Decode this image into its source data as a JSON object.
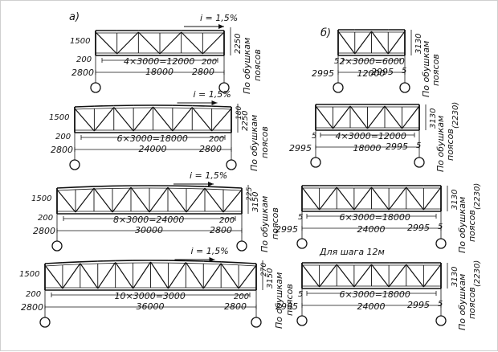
{
  "panel_a": {
    "label": "а)",
    "trusses": [
      {
        "slope": "i = 1,5%",
        "panel_text": "4×3000=12000",
        "span": "18000",
        "left_height": "1500",
        "left_small": "200",
        "left_end": "2800",
        "right_small": "200",
        "right_end": "2800",
        "right_dim": "2250",
        "vertical_note": [
          "По обушкам",
          "поясов"
        ]
      },
      {
        "slope": "i = 1,5%",
        "panel_text": "6×3000=18000",
        "span": "24000",
        "left_height": "1500",
        "left_small": "200",
        "left_end": "2800",
        "right_small": "200",
        "right_end": "2800",
        "right_dim": "2250",
        "right_dim2": "180",
        "vertical_note": [
          "По обушкам",
          "поясов"
        ]
      },
      {
        "slope": "i = 1,5%",
        "panel_text": "8×3000=24000",
        "span": "30000",
        "left_height": "1500",
        "left_small": "200",
        "left_end": "2800",
        "right_small": "200",
        "right_end": "2800",
        "right_dim": "3150",
        "right_dim2": "225",
        "vertical_note": [
          "По обушкам",
          "поясов"
        ]
      },
      {
        "slope": "i = 1,5%",
        "panel_text": "10×3000=3000",
        "span": "36000",
        "left_height": "1500",
        "left_small": "200",
        "left_end": "2800",
        "right_small": "200",
        "right_end": "2800",
        "right_dim": "3150",
        "right_dim2": "270",
        "vertical_note": [
          "По обушкам",
          "поясов"
        ]
      }
    ]
  },
  "panel_b": {
    "label": "б)",
    "trusses": [
      {
        "panel_text": "2×3000=6000",
        "span": "12000",
        "left_end": "2995",
        "right_end": "2995",
        "small": "5",
        "right_dim": "3130",
        "vertical_note": [
          "По обушкам",
          "поясов"
        ]
      },
      {
        "panel_text": "4×3000=12000",
        "span": "18000",
        "left_end": "2995",
        "right_end": "2995",
        "small": "5",
        "right_dim": "3130",
        "right_dim2": "(2230)",
        "vertical_note": [
          "По обушкам",
          "поясов"
        ]
      },
      {
        "panel_text": "6×3000=18000",
        "span": "24000",
        "left_end": "2995",
        "right_end": "2995",
        "small": "5",
        "right_dim": "3130",
        "right_dim2": "(2230)",
        "vertical_note": [
          "По обушкам",
          "поясов"
        ]
      },
      {
        "caption": "Для шага 12м",
        "panel_text": "6×3000=18000",
        "span": "24000",
        "left_end": "2995",
        "right_end": "2995",
        "small": "5",
        "right_dim": "3130",
        "right_dim2": "(2230)",
        "vertical_note": [
          "По обушкам",
          "поясов"
        ]
      }
    ]
  }
}
